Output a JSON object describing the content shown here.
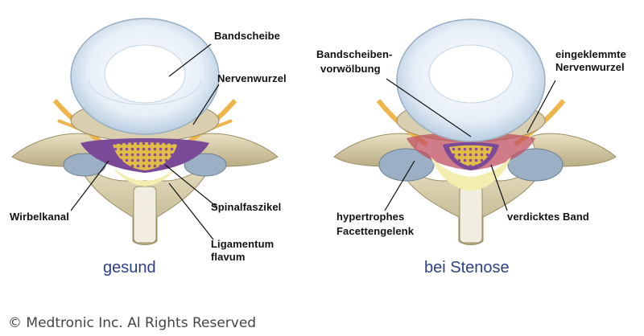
{
  "healthy": {
    "caption": "gesund",
    "labels": {
      "bandscheibe": "Bandscheibe",
      "nervenwurzel": "Nervenwurzel",
      "wirbelkanal": "Wirbelkanal",
      "spinalfaszikel": "Spinalfaszikel",
      "ligamentum_line1": "Ligamentum",
      "ligamentum_line2": "flavum"
    }
  },
  "stenosis": {
    "caption": "bei Stenose",
    "labels": {
      "vorwoelbung_line1": "Bandscheiben-",
      "vorwoelbung_line2": "vorwölbung",
      "eingeklemmte_line1": "eingeklemmte",
      "eingeklemmte_line2": "Nervenwurzel",
      "facetten_line1": "hypertrophes",
      "facetten_line2": "Facettengelenk",
      "band": "verdicktes Band"
    }
  },
  "copyright": "© Medtronic Inc. Al Rights Reserved",
  "colors": {
    "disc": "#e9f1f8",
    "bone": "#d8ceac",
    "bone_dark": "#a89c72",
    "nerve": "#f0b54a",
    "dura": "#7a4a98",
    "fascicle": "#e3c24a",
    "ligament": "#f3eeb0",
    "inflamed": "#c05060",
    "caption": "#2f3f8a"
  }
}
